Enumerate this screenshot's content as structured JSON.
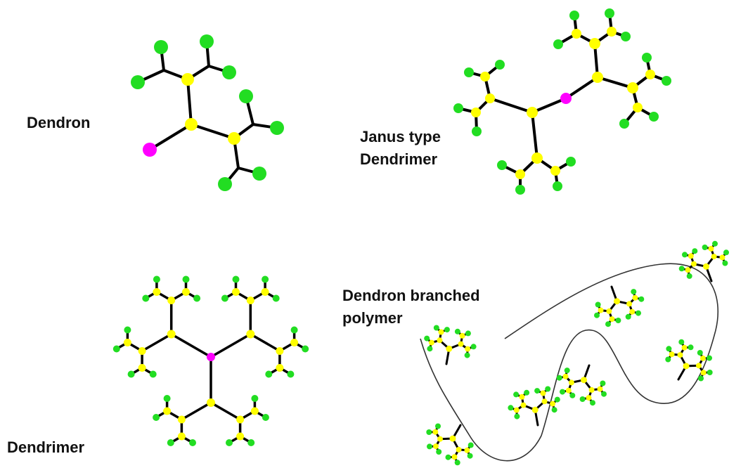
{
  "labels": {
    "dendron": "Dendron",
    "janus_line1": "Janus type",
    "janus_line2": "Dendrimer",
    "dendrimer": "Dendrimer",
    "polymer_line1": "Dendron branched",
    "polymer_line2": "polymer"
  },
  "colors": {
    "core": "#ff00ff",
    "branch": "#ffff00",
    "end": "#22dd22",
    "bond": "#000000",
    "backbone": "#333333"
  }
}
